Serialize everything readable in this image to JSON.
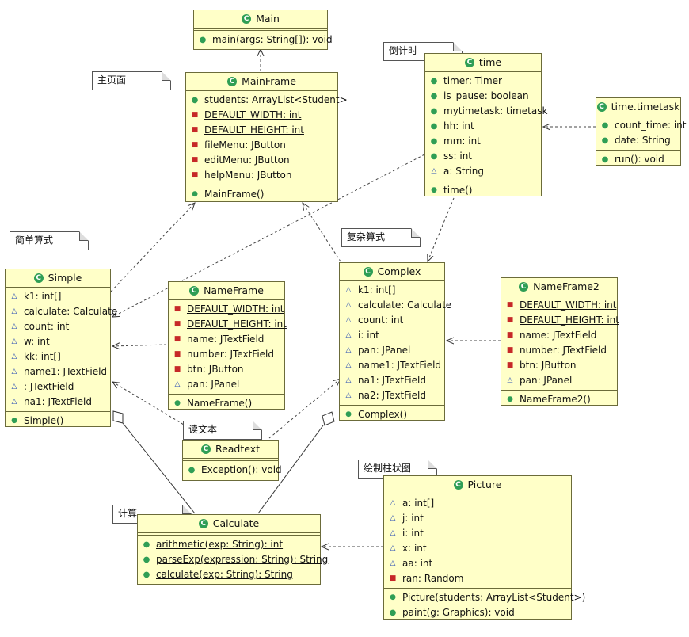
{
  "notes": {
    "main_page": "主页面",
    "countdown": "倒计时",
    "simple_arith": "简单算式",
    "complex_arith": "复杂算式",
    "read_text": "读文本",
    "compute": "计算",
    "draw_bar": "绘制柱状图"
  },
  "main": {
    "name": "Main",
    "methods": [
      "main(args: String[]): void"
    ]
  },
  "mainframe": {
    "name": "MainFrame",
    "fields": [
      "students: ArrayList<Student>",
      "DEFAULT_WIDTH: int",
      "DEFAULT_HEIGHT: int",
      "fileMenu: JButton",
      "editMenu: JButton",
      "helpMenu: JButton"
    ],
    "methods": [
      "MainFrame()"
    ]
  },
  "time": {
    "name": "time",
    "fields": [
      "timer: Timer",
      "is_pause: boolean",
      "mytimetask: timetask",
      "hh: int",
      "mm: int",
      "ss: int",
      "a: String"
    ],
    "methods": [
      "time()"
    ]
  },
  "timetask": {
    "name": "time.timetask",
    "fields": [
      "count_time: int",
      "date: String"
    ],
    "methods": [
      "run(): void"
    ]
  },
  "simple": {
    "name": "Simple",
    "fields": [
      "k1: int[]",
      "calculate: Calculate",
      "count: int",
      "w: int",
      "kk: int[]",
      "name1: JTextField",
      ": JTextField",
      "na1: JTextField"
    ],
    "methods": [
      "Simple()"
    ]
  },
  "nameframe": {
    "name": "NameFrame",
    "fields": [
      "DEFAULT_WIDTH: int",
      "DEFAULT_HEIGHT: int",
      "name: JTextField",
      "number: JTextField",
      "btn: JButton",
      "pan: JPanel"
    ],
    "methods": [
      "NameFrame()"
    ]
  },
  "complex": {
    "name": "Complex",
    "fields": [
      "k1: int[]",
      "calculate: Calculate",
      "count: int",
      "i: int",
      "pan: JPanel",
      "name1: JTextField",
      "na1: JTextField",
      "na2: JTextField"
    ],
    "methods": [
      "Complex()"
    ]
  },
  "nameframe2": {
    "name": "NameFrame2",
    "fields": [
      "DEFAULT_WIDTH: int",
      "DEFAULT_HEIGHT: int",
      "name: JTextField",
      "number: JTextField",
      "btn: JButton",
      "pan: JPanel"
    ],
    "methods": [
      "NameFrame2()"
    ]
  },
  "readtext": {
    "name": "Readtext",
    "methods": [
      "Exception(): void"
    ]
  },
  "calculate": {
    "name": "Calculate",
    "methods": [
      "arithmetic(exp: String): int",
      "parseExp(expression: String): String",
      "calculate(exp: String): String"
    ]
  },
  "picture": {
    "name": "Picture",
    "fields": [
      "a: int[]",
      "j: int",
      "i: int",
      "x: int",
      "aa: int",
      "ran: Random"
    ],
    "methods": [
      "Picture(students: ArrayList<Student>)",
      "paint(g: Graphics): void"
    ]
  },
  "colors": {
    "class_fill": "#ffffc8",
    "class_border": "#6b6b3a",
    "class_icon": "#2f9e55"
  }
}
